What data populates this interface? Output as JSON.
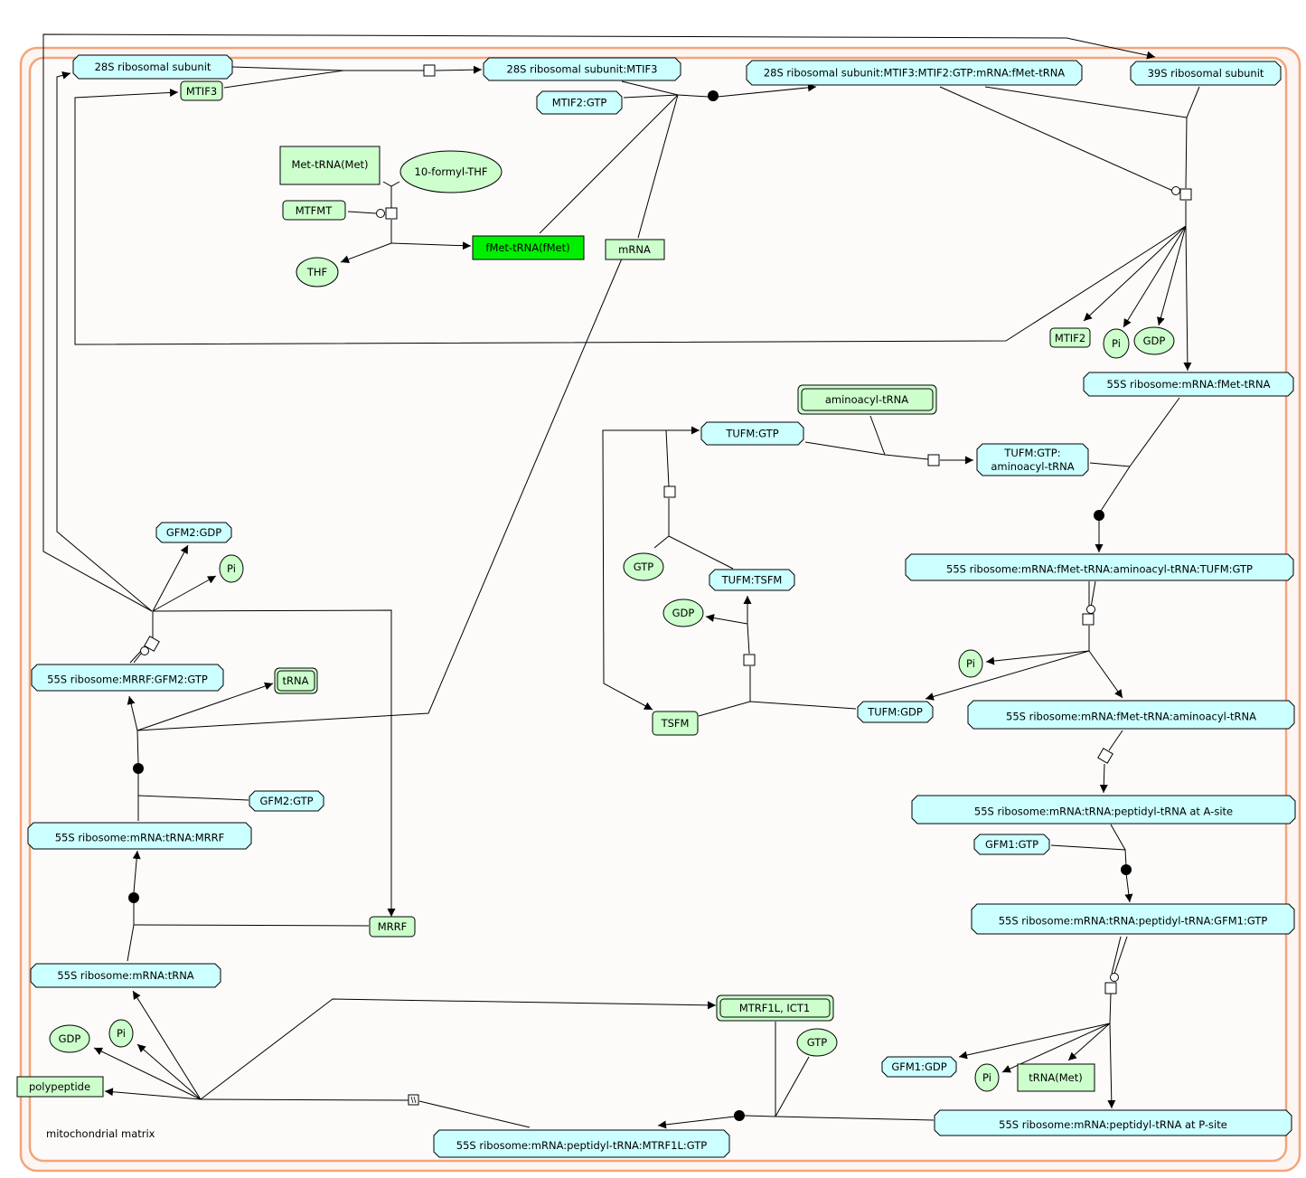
{
  "diagram": {
    "title": "Mitochondrial translation pathway",
    "compartment_label": "mitochondrial matrix",
    "colors": {
      "complex": "#ccffff",
      "protein": "#ccffcc",
      "small_molecule": "#ccffcc",
      "highlighted": "#00ee00",
      "compartment_border": "#f4a47a",
      "compartment_fill": "#fcfbfa"
    }
  },
  "nodes": {
    "n28S": "28S ribosomal subunit",
    "mtif3": "MTIF3",
    "n28S_mtif3": "28S ribosomal subunit:MTIF3",
    "mtif2gtp": "MTIF2:GTP",
    "n28S_big": "28S ribosomal subunit:MTIF3:MTIF2:GTP:mRNA:fMet-tRNA",
    "n39S": "39S ribosomal subunit",
    "metTRNA": "Met-tRNA(Met)",
    "formylTHF": "10-formyl-THF",
    "mtfmt": "MTFMT",
    "thf": "THF",
    "fmet": "fMet-tRNA(fMet)",
    "mrna": "mRNA",
    "mtif2": "MTIF2",
    "pi1": "Pi",
    "gdp1": "GDP",
    "ribo_fmet": "55S ribosome:mRNA:fMet-tRNA",
    "aatrna": "aminoacyl-tRNA",
    "tufmgtp": "TUFM:GTP",
    "tufmgtp_aa_l1": "TUFM:GTP:",
    "tufmgtp_aa_l2": "aminoacyl-tRNA",
    "gtp1": "GTP",
    "tufm_tsfm": "TUFM:TSFM",
    "gdp2": "GDP",
    "tsfm": "TSFM",
    "tufmgdp": "TUFM:GDP",
    "ribo_aa_tufm": "55S ribosome:mRNA:fMet-tRNA:aminoacyl-tRNA:TUFM:GTP",
    "pi2": "Pi",
    "ribo_aa": "55S ribosome:mRNA:fMet-tRNA:aminoacyl-tRNA",
    "ribo_asite": "55S ribosome:mRNA:tRNA:peptidyl-tRNA at A-site",
    "gfm1gtp": "GFM1:GTP",
    "ribo_gfm1": "55S ribosome:mRNA:tRNA:peptidyl-tRNA:GFM1:GTP",
    "gfm1gdp": "GFM1:GDP",
    "pi3": "Pi",
    "trnamet": "tRNA(Met)",
    "ribo_psite": "55S ribosome:mRNA:peptidyl-tRNA at P-site",
    "gfm2gdp": "GFM2:GDP",
    "pi4": "Pi",
    "ribo_mrrf_gfm2": "55S ribosome:MRRF:GFM2:GTP",
    "trna": "tRNA",
    "gfm2gtp": "GFM2:GTP",
    "ribo_mrrf": "55S ribosome:mRNA:tRNA:MRRF",
    "mrrf": "MRRF",
    "ribo_trna": "55S ribosome:mRNA:tRNA",
    "gdp3": "GDP",
    "pi5": "Pi",
    "polypeptide": "polypeptide",
    "mtrf1l": "MTRF1L, ICT1",
    "gtp2": "GTP",
    "ribo_mtrf1l": "55S ribosome:mRNA:peptidyl-tRNA:MTRF1L:GTP"
  }
}
